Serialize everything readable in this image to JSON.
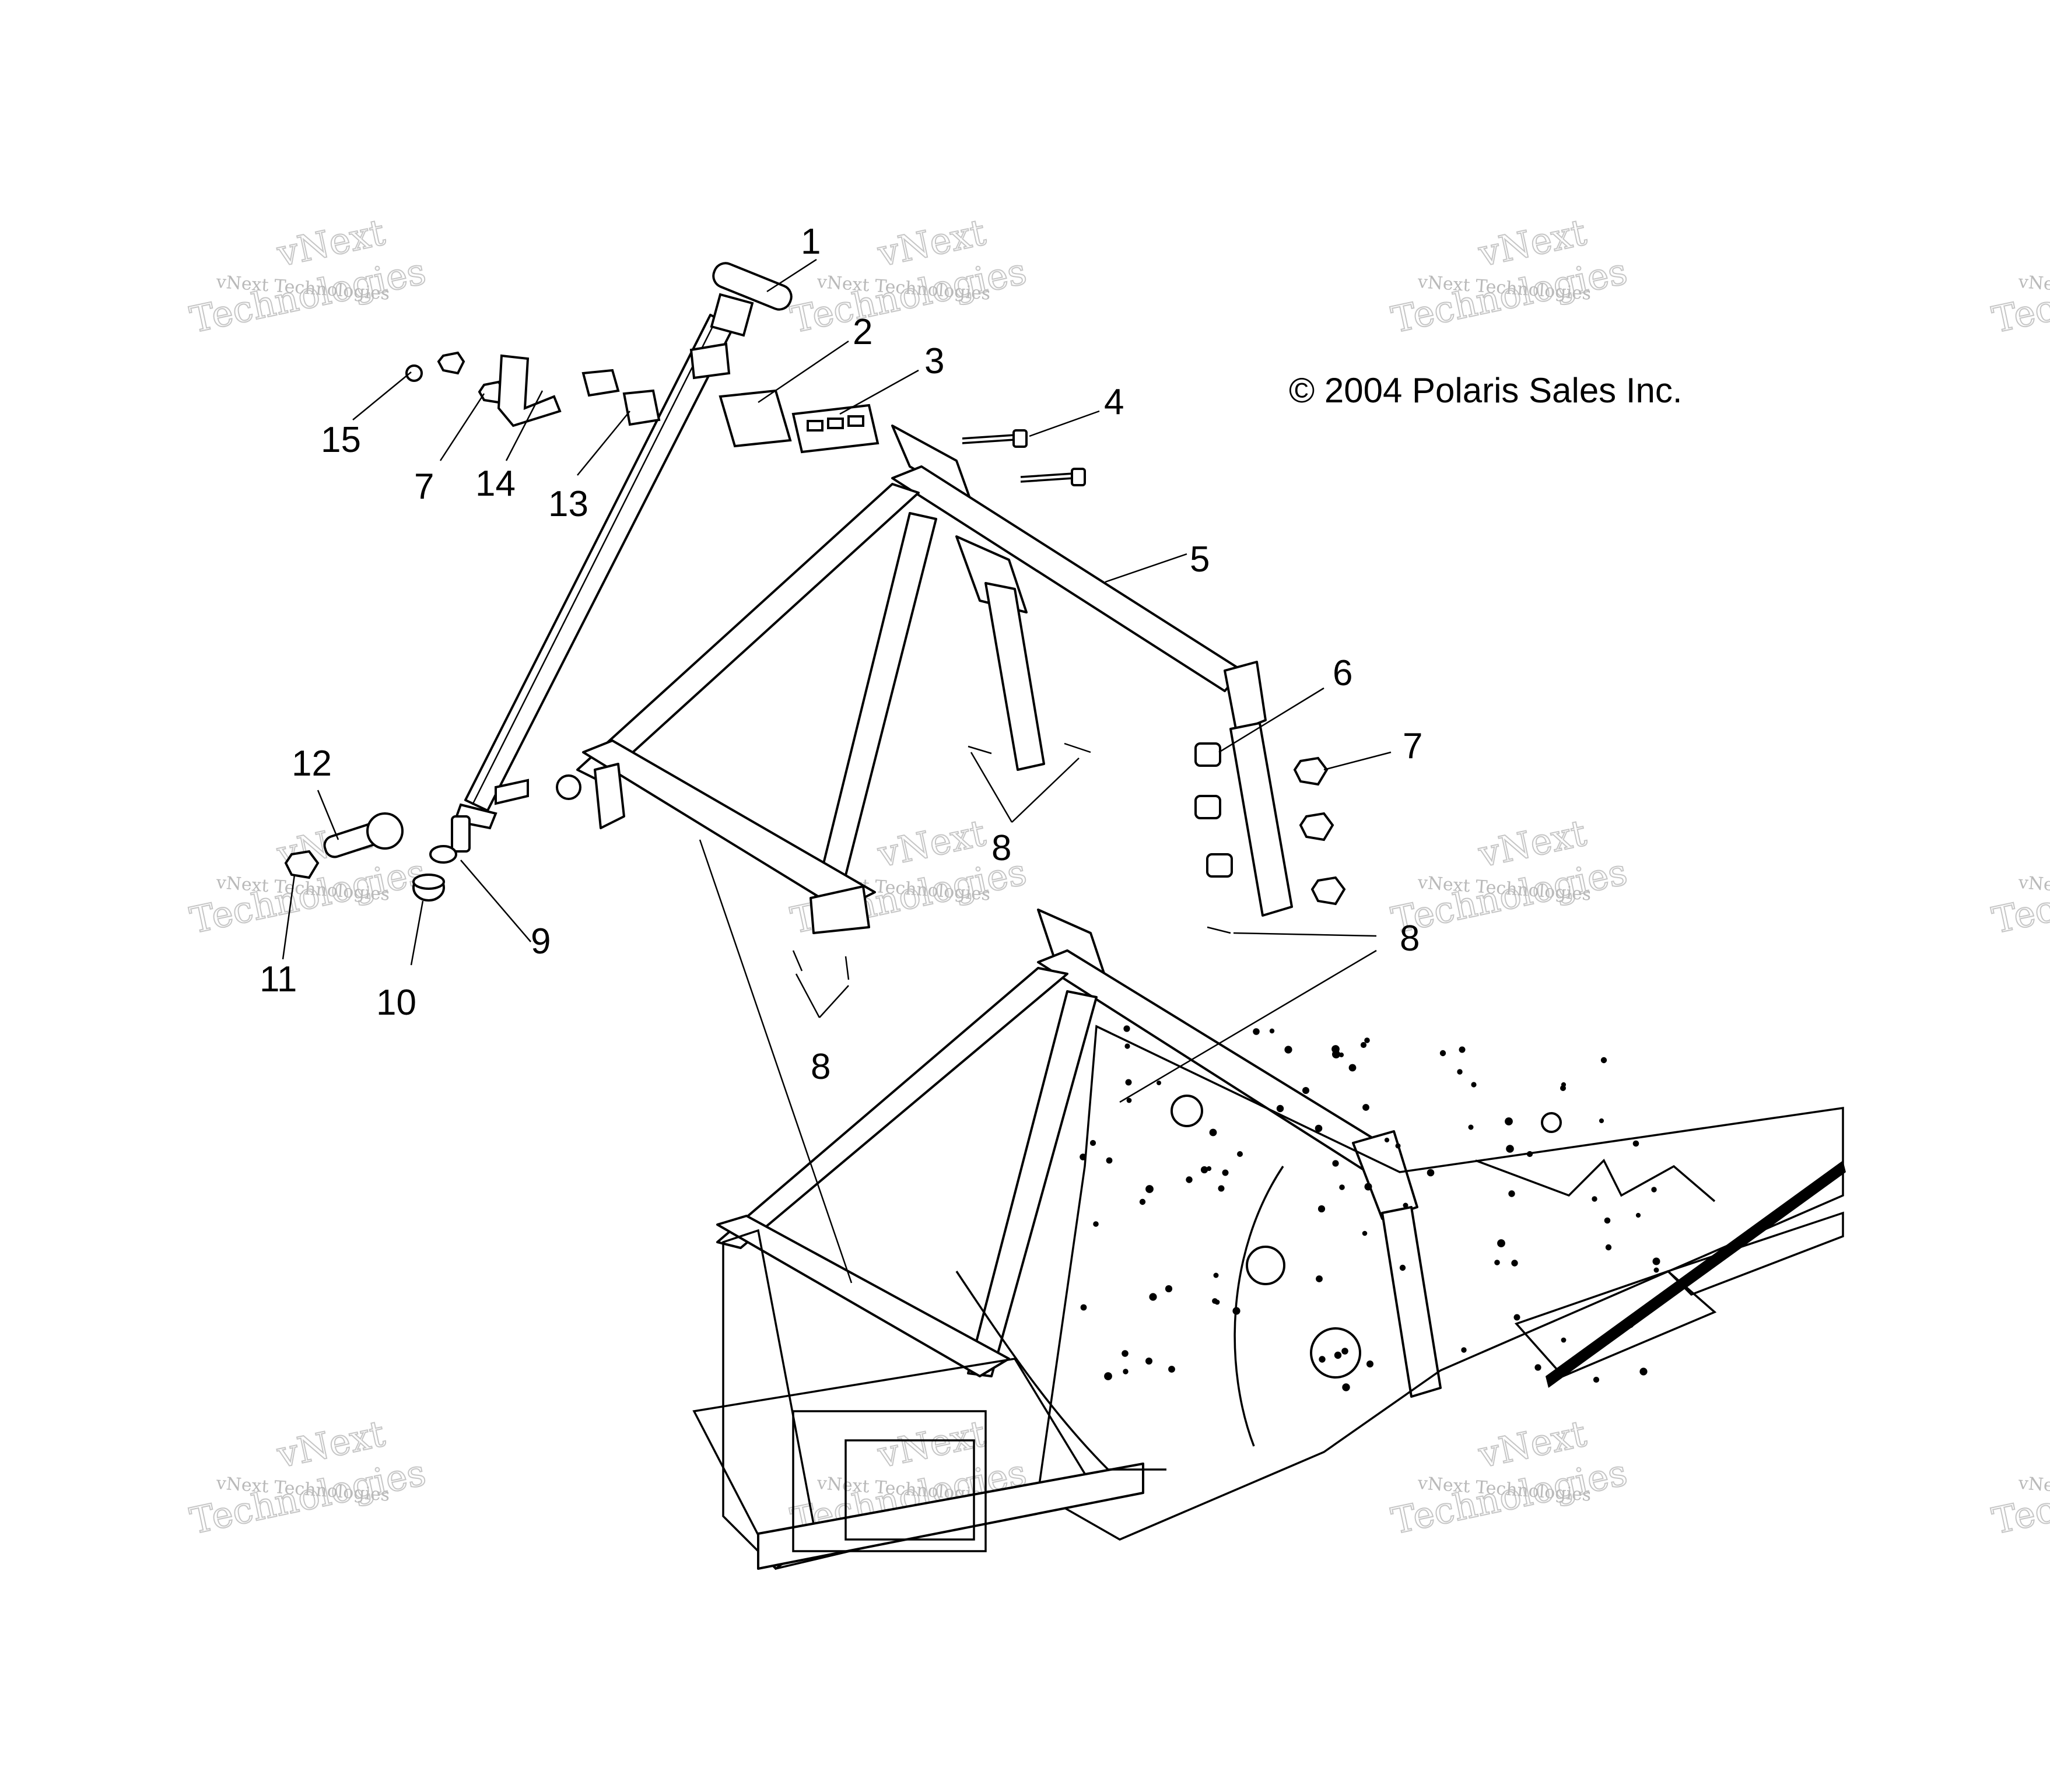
{
  "copyright": "© 2004 Polaris Sales Inc.",
  "watermark": {
    "small": "vNext Technologies",
    "big_line1": "vNext",
    "big_line2": "Technologies"
  },
  "callouts": [
    {
      "id": "c1",
      "text": "1"
    },
    {
      "id": "c2",
      "text": "2"
    },
    {
      "id": "c3",
      "text": "3"
    },
    {
      "id": "c4",
      "text": "4"
    },
    {
      "id": "c5",
      "text": "5"
    },
    {
      "id": "c6",
      "text": "6"
    },
    {
      "id": "c7a",
      "text": "7"
    },
    {
      "id": "c7b",
      "text": "7"
    },
    {
      "id": "c8a",
      "text": "8"
    },
    {
      "id": "c8b",
      "text": "8"
    },
    {
      "id": "c8c",
      "text": "8"
    },
    {
      "id": "c9",
      "text": "9"
    },
    {
      "id": "c10",
      "text": "10"
    },
    {
      "id": "c11",
      "text": "11"
    },
    {
      "id": "c12",
      "text": "12"
    },
    {
      "id": "c13",
      "text": "13"
    },
    {
      "id": "c14",
      "text": "14"
    },
    {
      "id": "c15",
      "text": "15"
    }
  ]
}
